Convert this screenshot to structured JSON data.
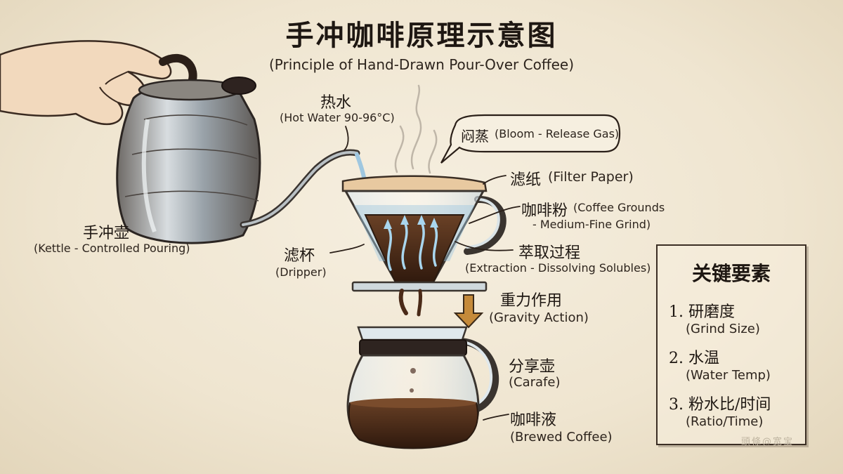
{
  "title": "手冲咖啡原理示意图",
  "subtitle": "(Principle of Hand-Drawn Pour-Over Coffee)",
  "labels": {
    "hot_water": {
      "zh": "热水",
      "en": "(Hot Water 90-96°C)"
    },
    "bloom": {
      "zh": "闷蒸",
      "en": "(Bloom - Release Gas)"
    },
    "filter_paper": {
      "zh": "滤纸",
      "en": "(Filter Paper)"
    },
    "coffee_grounds": {
      "zh": "咖啡粉",
      "en": "(Coffee Grounds",
      "en2": "- Medium-Fine Grind)"
    },
    "extraction": {
      "zh": "萃取过程",
      "en": "(Extraction - Dissolving Solubles)"
    },
    "dripper": {
      "zh": "滤杯",
      "en": "(Dripper)"
    },
    "kettle": {
      "zh": "手冲壶",
      "en": "(Kettle - Controlled Pouring)"
    },
    "gravity": {
      "zh": "重力作用",
      "en": "(Gravity Action)"
    },
    "carafe": {
      "zh": "分享壶",
      "en": "(Carafe)"
    },
    "brewed": {
      "zh": "咖啡液",
      "en": "(Brewed Coffee)"
    }
  },
  "key_elements": {
    "title": "关键要素",
    "items": [
      {
        "zh": "1. 研磨度",
        "en": "(Grind Size)"
      },
      {
        "zh": "2. 水温",
        "en": "(Water Temp)"
      },
      {
        "zh": "3. 粉水比/时间",
        "en": "(Ratio/Time)"
      }
    ]
  },
  "watermark": "頭條@宽宝",
  "colors": {
    "ink": "#2a1f18",
    "paper": "#efe6d3",
    "coffee": "#4a2a18",
    "water": "#9fc7e0",
    "filter": "#e8c9a0"
  }
}
